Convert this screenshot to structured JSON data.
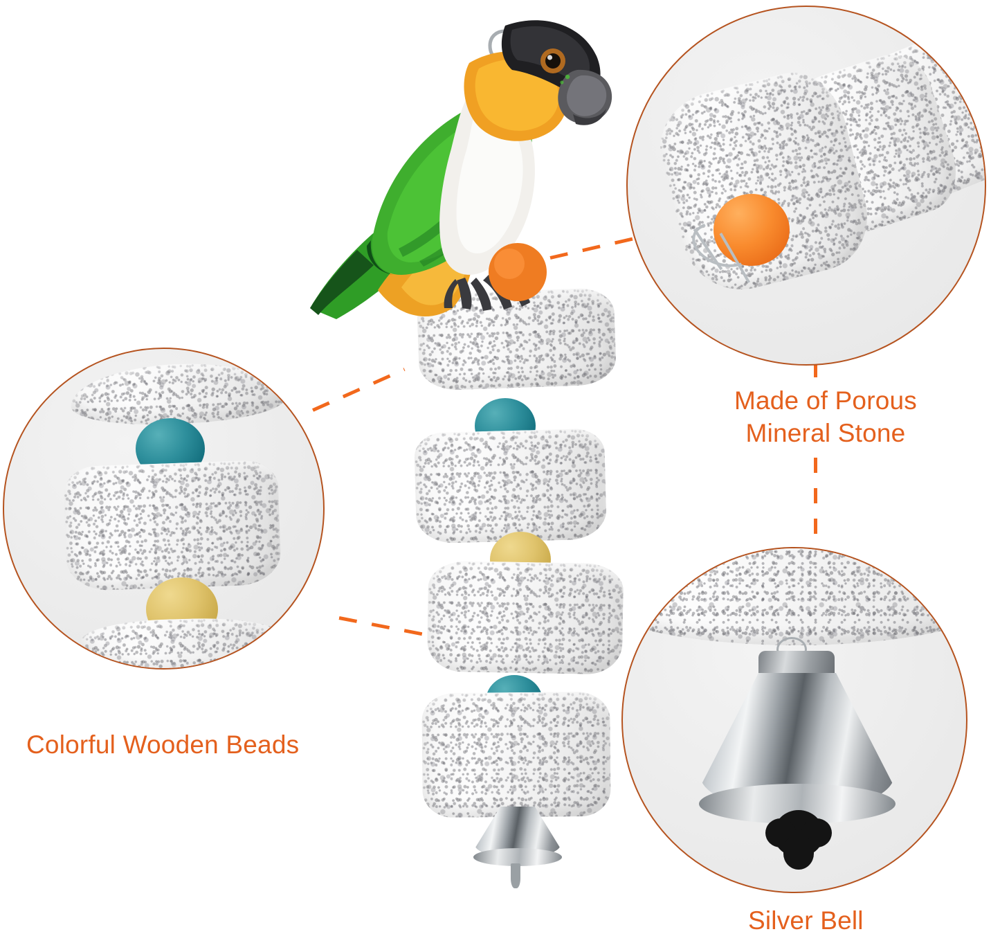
{
  "page": {
    "type": "product-infographic",
    "background_color": "#ffffff",
    "accent_color": "#e4601d",
    "dash_color": "#f2681c",
    "bubble_border_color": "#b5531f",
    "bubble_fill_color": "#ececec"
  },
  "callouts": [
    {
      "id": "porous-mineral-stone",
      "label": "Made of Porous\nMineral Stone",
      "label_color": "#e4601d",
      "bubble_position": "top-right",
      "content_description": "close-up of porous mineral stone block with orange wooden bead and metal hanging hook"
    },
    {
      "id": "colorful-wooden-beads",
      "label": "Colorful Wooden Beads",
      "label_color": "#e4601d",
      "bubble_position": "left",
      "content_description": "close-up of stacked pumice stones separated by a teal wooden bead and a tan wooden bead"
    },
    {
      "id": "silver-bell",
      "label": "Silver Bell",
      "label_color": "#e4601d",
      "bubble_position": "bottom-right",
      "content_description": "close-up of shiny silver bell with dark clapper hanging beneath a porous stone"
    }
  ],
  "main_product": {
    "name": "bird chewing toy",
    "description": "hanging parrot chew toy: stacked porous mineral stone blocks separated by colorful wooden beads with a silver bell at the bottom and a wire hanging hook at the top",
    "bird": {
      "species": "black-headed caique parrot",
      "colors": {
        "head": "#1f1f22",
        "cheek": "#f0a023",
        "breast": "#f2f0ec",
        "wing": "#3fae2e",
        "belly": "#eda124",
        "beak": "#5a5a5e",
        "eye": "#b06a20"
      }
    },
    "stack_items": [
      {
        "type": "stone",
        "index": 1
      },
      {
        "type": "bead",
        "color": "#ef7c22",
        "color_name": "orange"
      },
      {
        "type": "stone",
        "index": 2
      },
      {
        "type": "bead",
        "color": "#1f8a96",
        "color_name": "teal"
      },
      {
        "type": "stone",
        "index": 3
      },
      {
        "type": "bead",
        "color": "#ddc068",
        "color_name": "tan"
      },
      {
        "type": "stone",
        "index": 4
      },
      {
        "type": "bead",
        "color": "#2e9aa8",
        "color_name": "turquoise"
      },
      {
        "type": "stone",
        "index": 5
      },
      {
        "type": "bell",
        "color": "#c8cdd1",
        "color_name": "silver"
      }
    ]
  }
}
